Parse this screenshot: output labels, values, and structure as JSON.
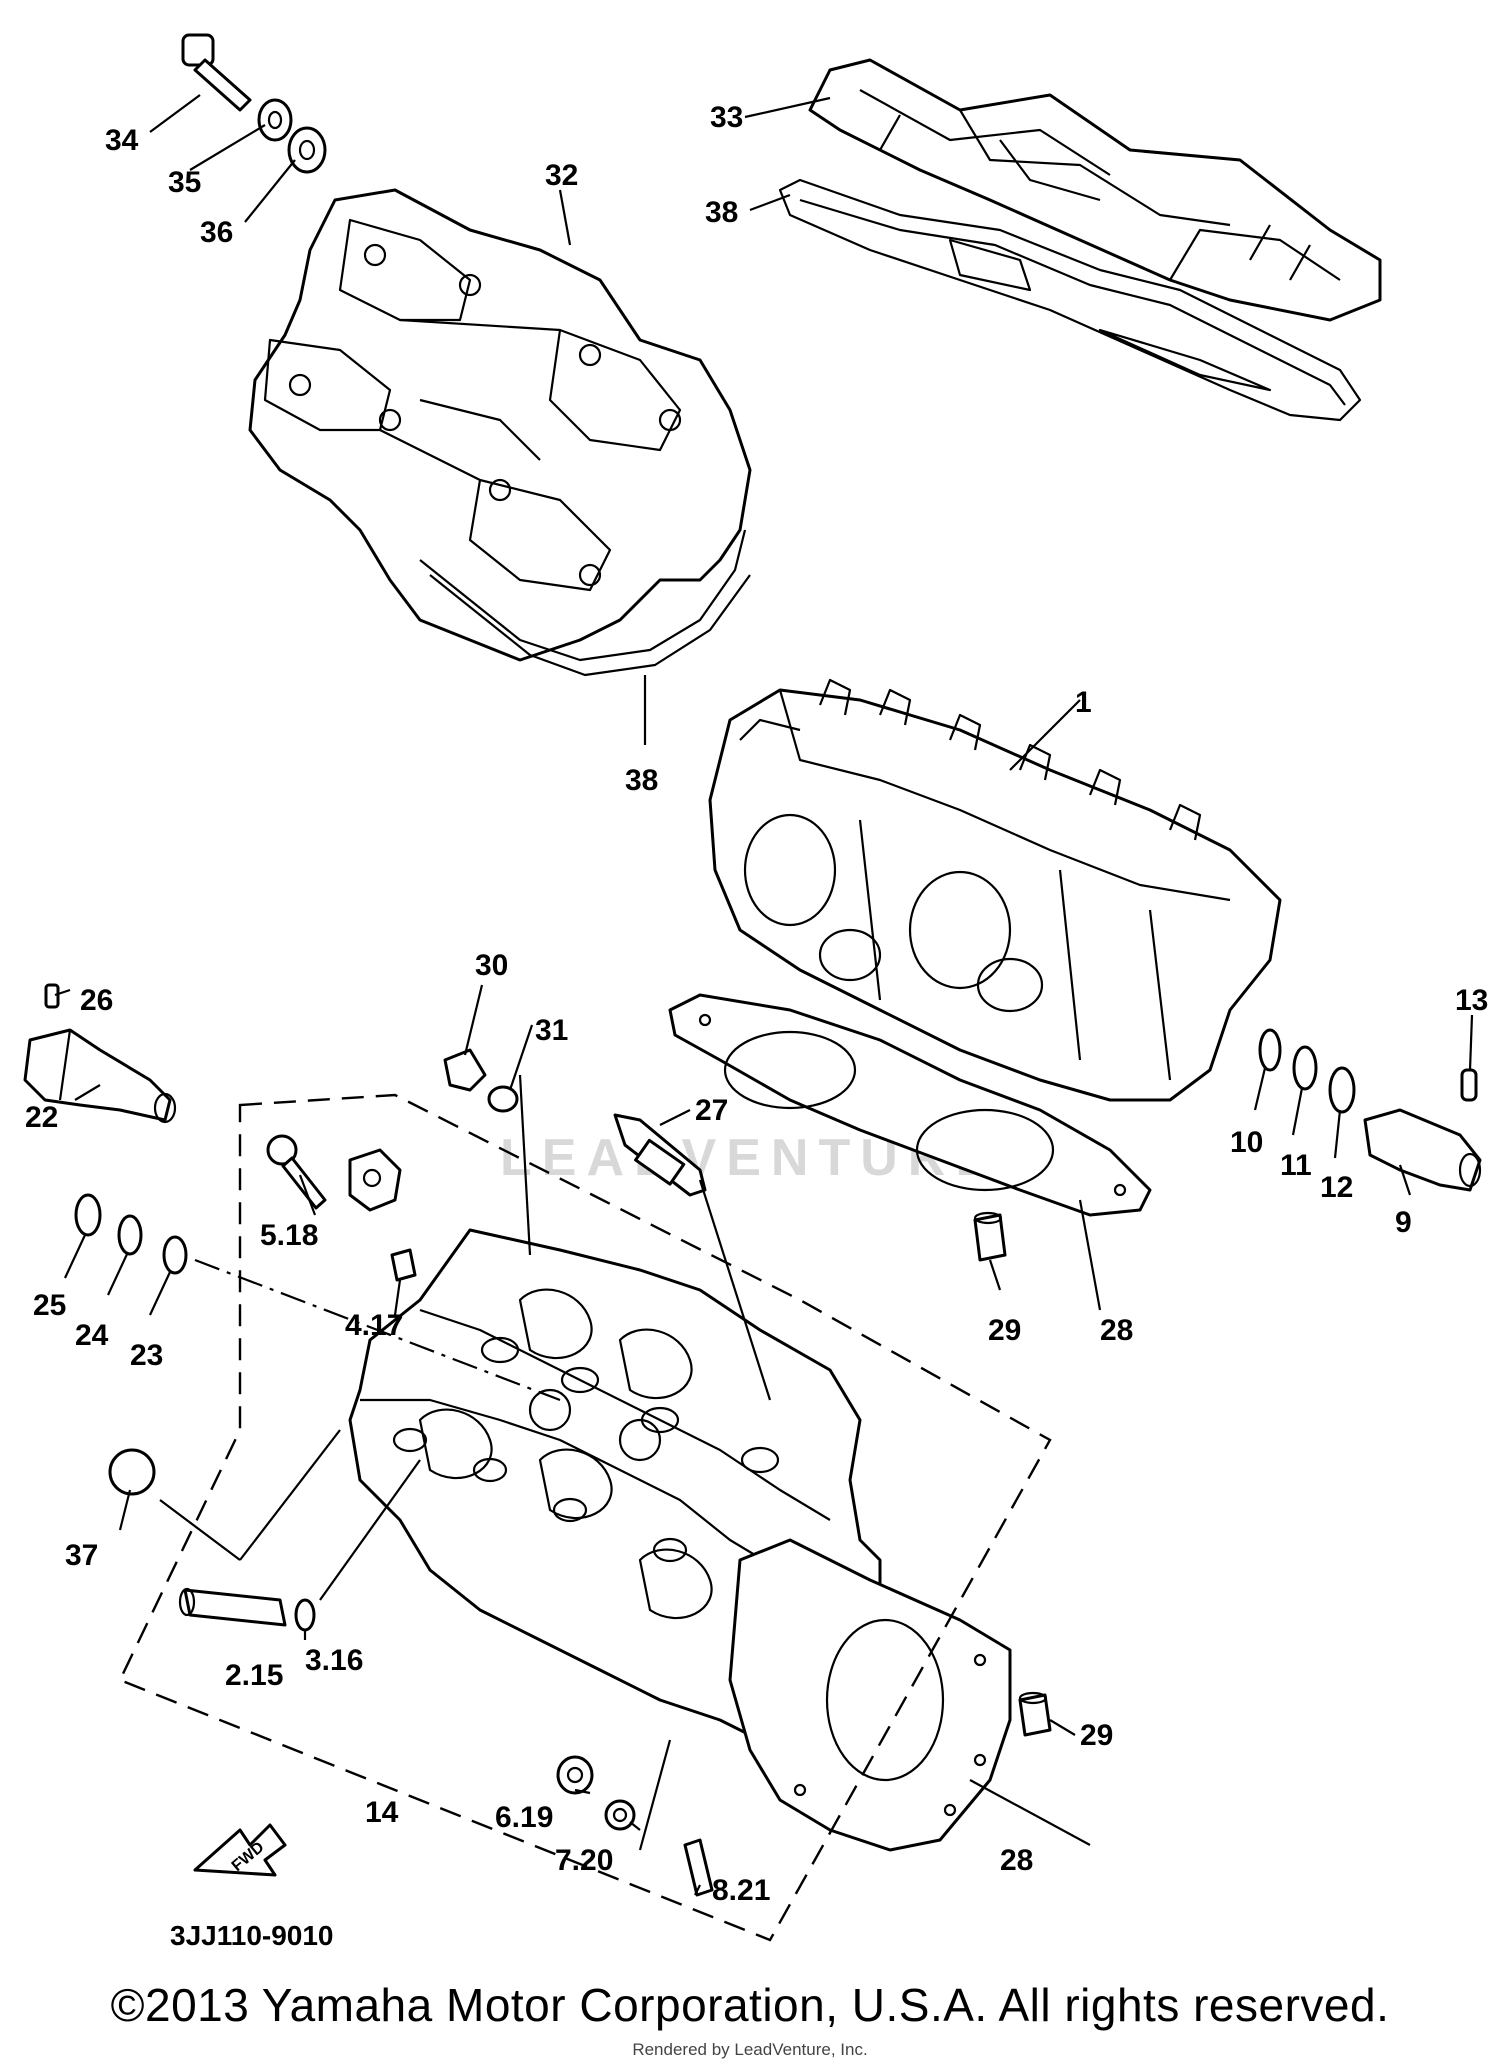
{
  "diagram": {
    "watermark": "LEADVENTURE",
    "diagram_code": "3JJ110-9010",
    "fwd_label": "FWD",
    "copyright": "©2013 Yamaha Motor Corporation, U.S.A. All rights reserved.",
    "rendered_by": "Rendered by LeadVenture, Inc.",
    "callouts": {
      "c1": "1",
      "c2_15": "2.15",
      "c3_16": "3.16",
      "c4_17": "4.17",
      "c5_18": "5.18",
      "c6_19": "6.19",
      "c7_20": "7.20",
      "c8_21": "8.21",
      "c9": "9",
      "c10": "10",
      "c11": "11",
      "c12": "12",
      "c13": "13",
      "c14": "14",
      "c22": "22",
      "c23": "23",
      "c24": "24",
      "c25": "25",
      "c26": "26",
      "c27": "27",
      "c28a": "28",
      "c28b": "28",
      "c29a": "29",
      "c29b": "29",
      "c30": "30",
      "c31": "31",
      "c32": "32",
      "c33": "33",
      "c34": "34",
      "c35": "35",
      "c36": "36",
      "c37": "37",
      "c38a": "38",
      "c38b": "38"
    }
  }
}
